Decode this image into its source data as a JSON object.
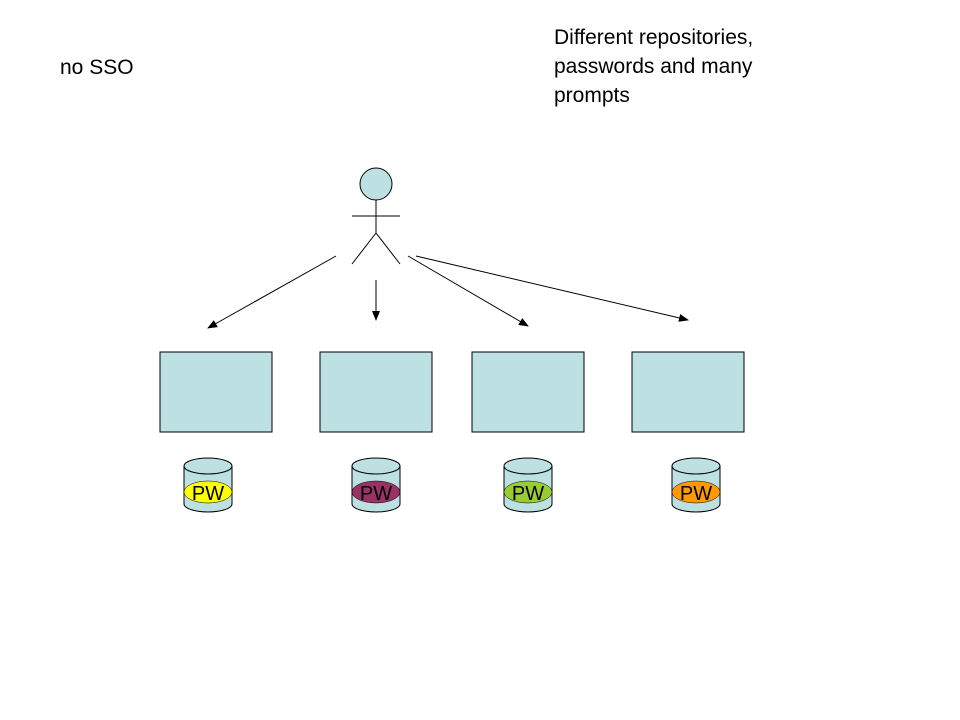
{
  "title": "no SSO",
  "caption": {
    "lines": [
      "Different repositories,",
      "passwords and many",
      "prompts"
    ]
  },
  "colors": {
    "box_fill": "#bde0e3",
    "stroke": "#000000",
    "actor_fill": "#bde0e3"
  },
  "icons": {
    "actor": "user-stick-figure-icon",
    "repository": "database-cylinder-icon"
  },
  "repositories": [
    {
      "label": "PW",
      "band_color": "#ffff00"
    },
    {
      "label": "PW",
      "band_color": "#993366"
    },
    {
      "label": "PW",
      "band_color": "#99cc33"
    },
    {
      "label": "PW",
      "band_color": "#ff9900"
    }
  ]
}
